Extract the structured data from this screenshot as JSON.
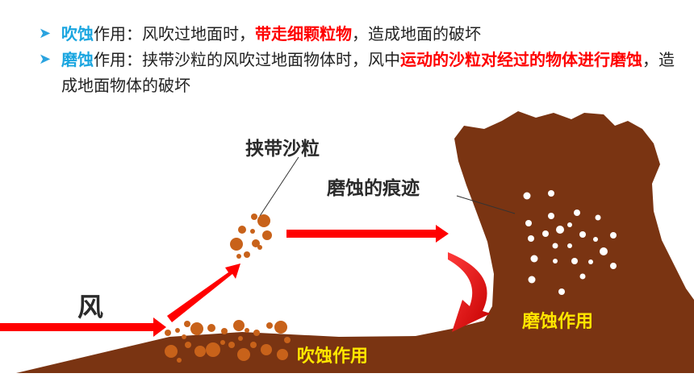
{
  "bullets": [
    {
      "icon": "triangle-bullet-icon",
      "term": "吹蚀",
      "text1": "作用：风吹过地面时，",
      "highlight": "带走细颗粒物",
      "text2": "，造成地面的破坏"
    },
    {
      "icon": "triangle-bullet-icon",
      "term": "磨蚀",
      "text1": "作用：挟带沙粒的风吹过地面物体时，风中",
      "highlight": "运动的沙粒对经过的物体进行磨蚀",
      "text2": "，造成地面物体的破坏"
    }
  ],
  "diagram": {
    "label_sand": "挟带沙粒",
    "label_traces": "磨蚀的痕迹",
    "label_wind": "风",
    "label_deflation": "吹蚀作用",
    "label_abrasion": "磨蚀作用"
  },
  "colors": {
    "ground": "#7a3412",
    "arrow": "#ff0000",
    "term_blue": "#1ba6e0",
    "highlight_red": "#ff0000",
    "label_yellow": "#ffe600",
    "sand": "#c8621a"
  }
}
